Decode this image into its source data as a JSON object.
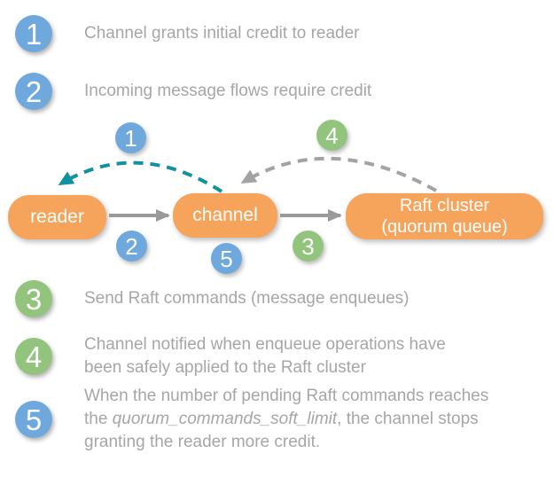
{
  "colors": {
    "blue": "#6fa8dc",
    "green": "#93c47d",
    "orange": "#f6a45c",
    "text-gray": "#a6a6a6",
    "arrow-gray": "#9a9a9a",
    "dash-gray": "#a3a3a3",
    "teal": "#12919e"
  },
  "steps": [
    {
      "num": "1",
      "text": "Channel grants initial credit to reader"
    },
    {
      "num": "2",
      "text": "Incoming message flows require credit"
    },
    {
      "num": "3",
      "text": "Send Raft commands (message enqueues)"
    },
    {
      "num": "4",
      "line1": "Channel notified when enqueue operations have",
      "line2": "been safely applied to the Raft cluster"
    },
    {
      "num": "5",
      "line1": "When the number of pending Raft commands reaches",
      "line2_before": "the ",
      "line2_italic": "quorum_commands_soft_limit",
      "line2_after": ", the channel stops",
      "line3": "granting the reader more credit."
    }
  ],
  "nodes": {
    "reader": "reader",
    "channel": "channel",
    "raft_line1": "Raft cluster",
    "raft_line2": "(quorum queue)"
  },
  "diagram_badges": {
    "grant_credit": "1",
    "incoming_flow": "2",
    "send_commands": "3",
    "notify_applied": "4",
    "soft_limit": "5"
  }
}
